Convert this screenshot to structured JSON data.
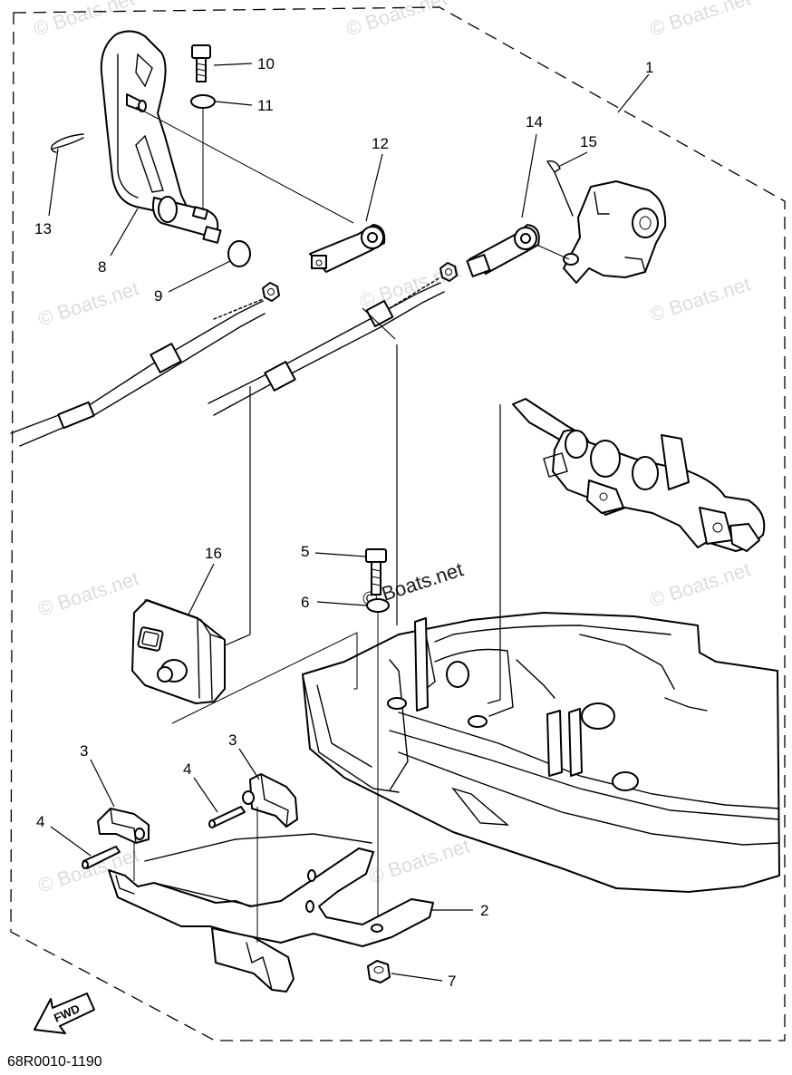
{
  "diagram": {
    "drawing_code": "68R0010-1190",
    "direction_label": "FWD",
    "watermark": "© Boats.net",
    "callouts": [
      "1",
      "2",
      "3",
      "3",
      "4",
      "4",
      "5",
      "6",
      "7",
      "8",
      "9",
      "10",
      "11",
      "12",
      "13",
      "14",
      "15",
      "16"
    ]
  }
}
